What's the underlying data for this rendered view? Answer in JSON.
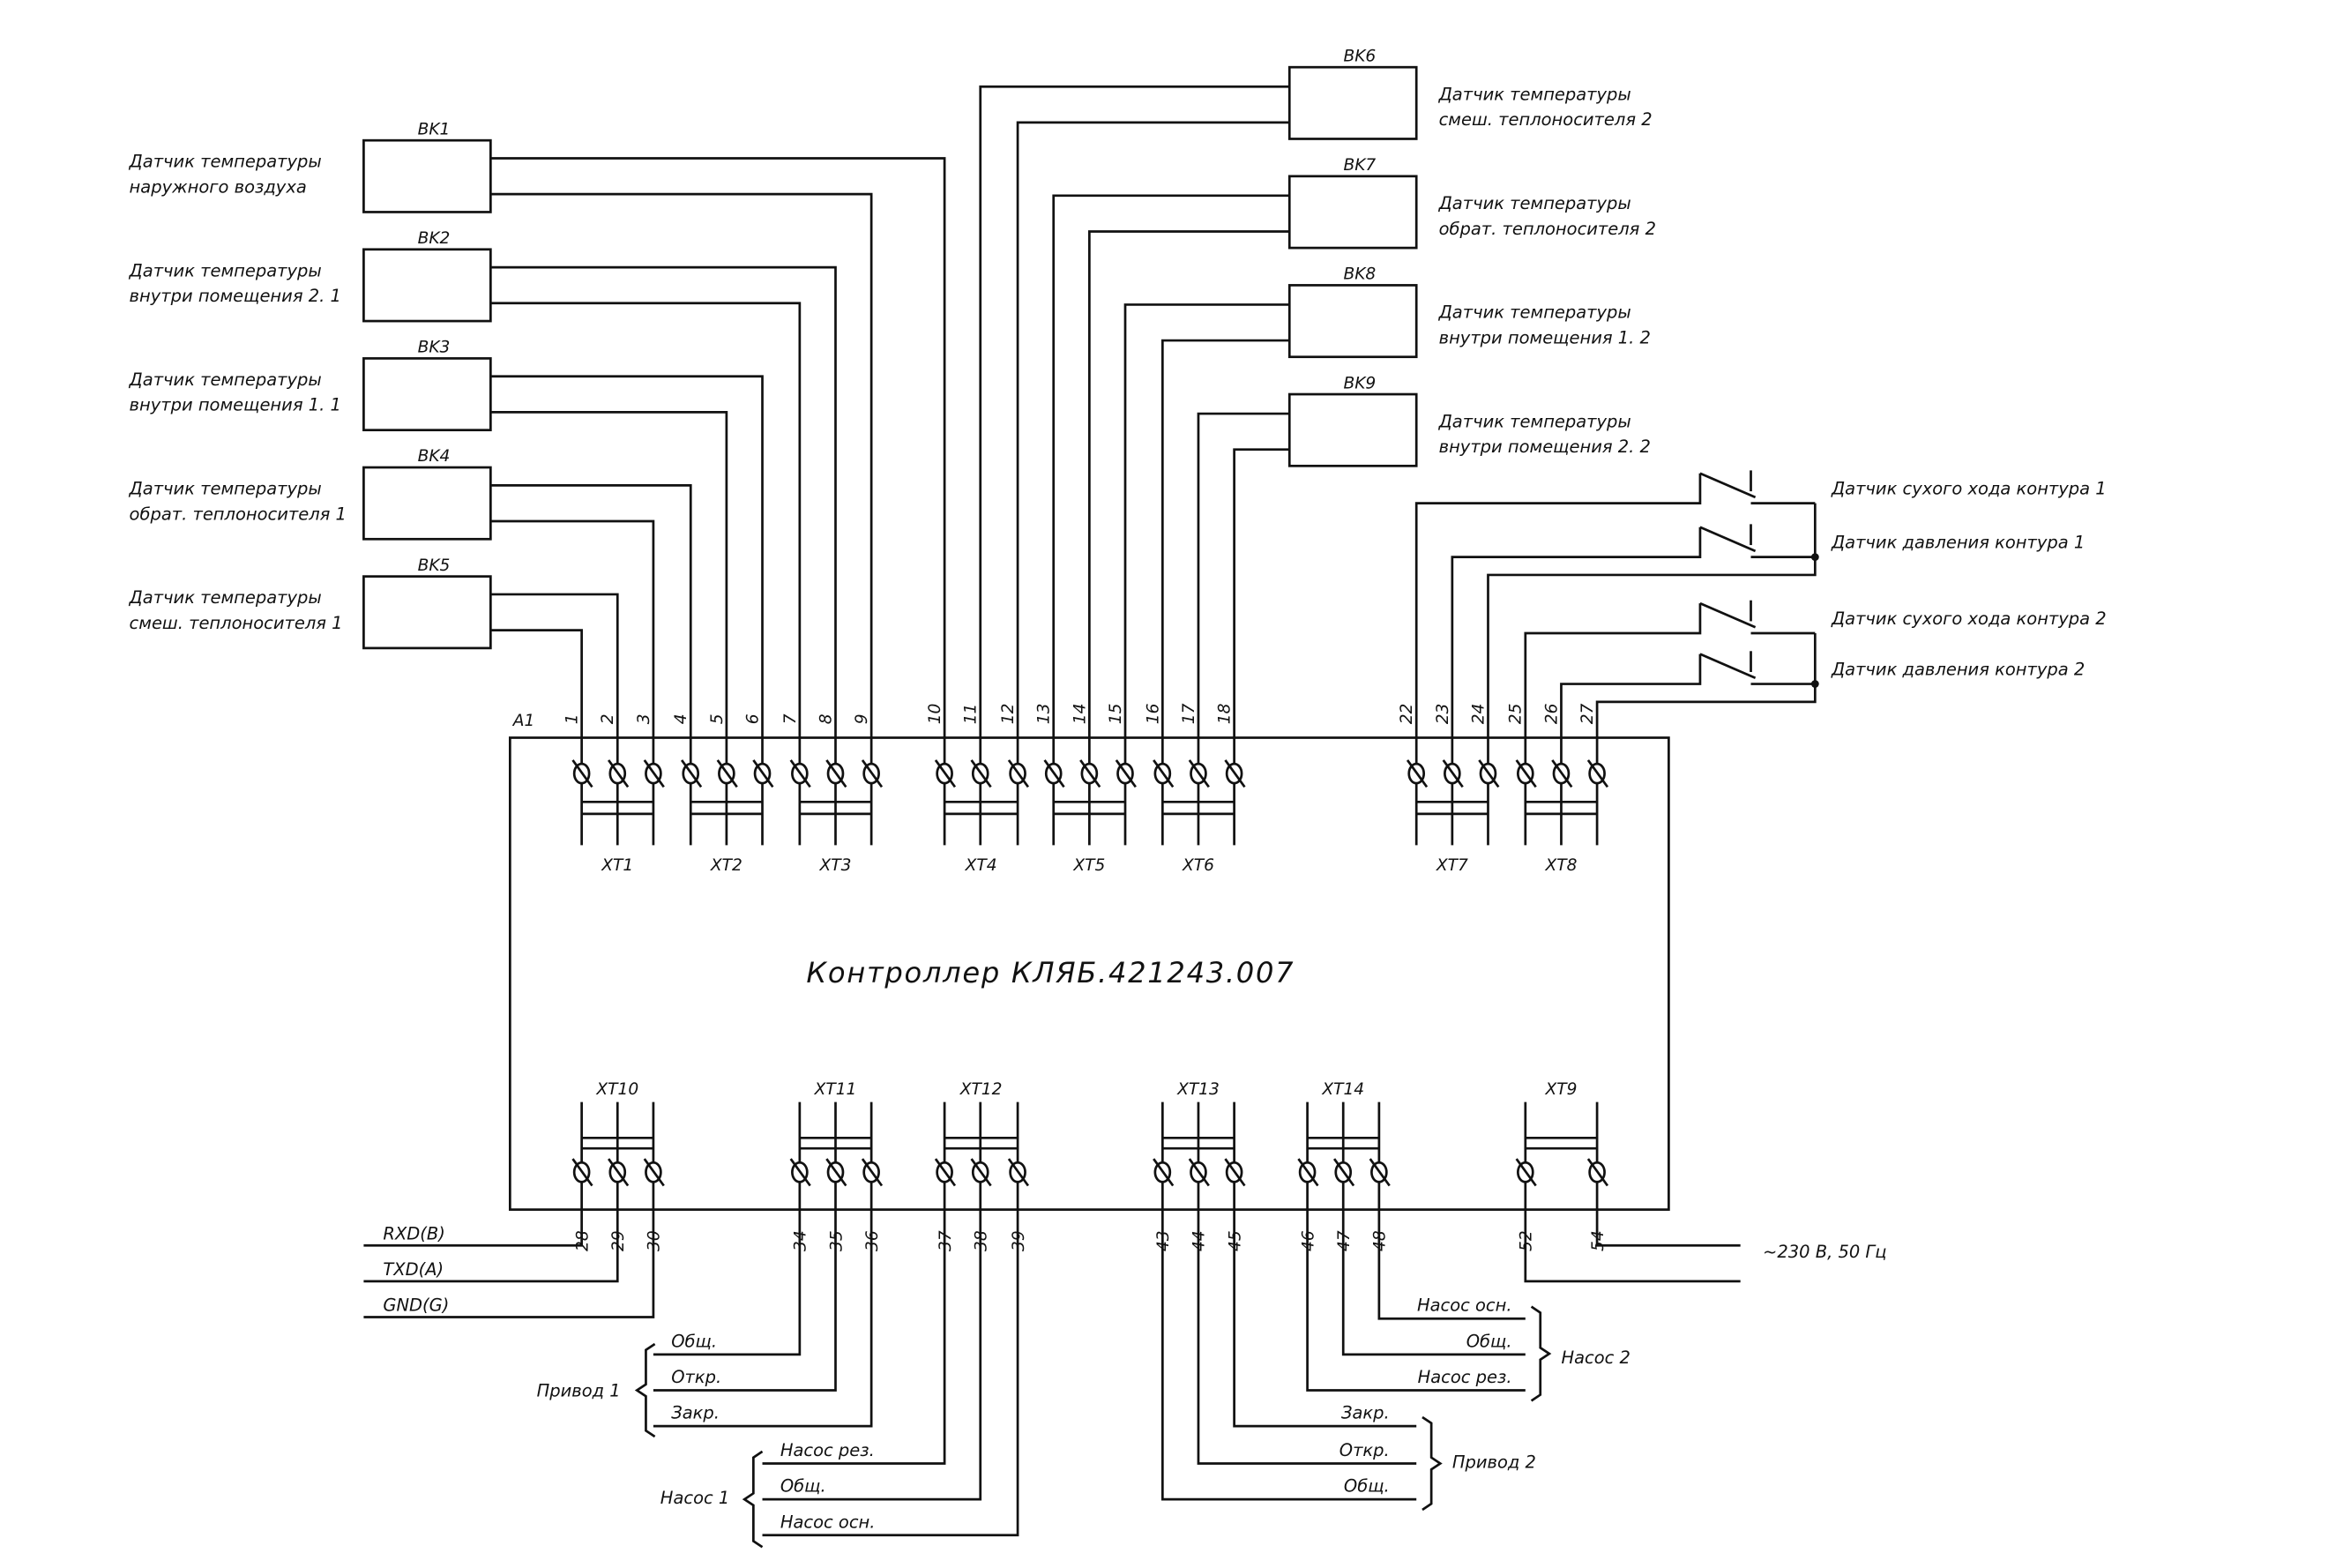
{
  "diagram": {
    "title": "Контроллер  КЛЯБ.421243.007",
    "controller_ref": "A1",
    "colors": {
      "line": "#111111",
      "background": "#ffffff"
    },
    "sensors_left": [
      {
        "ref": "BK1",
        "line1": "Датчик температуры",
        "line2": "наружного воздуха",
        "terminals": [
          "10",
          "9"
        ]
      },
      {
        "ref": "BK2",
        "line1": "Датчик температуры",
        "line2": "внутри помещения 2. 1",
        "terminals": [
          "8",
          "7"
        ]
      },
      {
        "ref": "BK3",
        "line1": "Датчик температуры",
        "line2": "внутри помещения 1. 1",
        "terminals": [
          "6",
          "5"
        ]
      },
      {
        "ref": "BK4",
        "line1": "Датчик температуры",
        "line2": "обрат. теплоносителя 1",
        "terminals": [
          "4",
          "3"
        ]
      },
      {
        "ref": "BK5",
        "line1": "Датчик температуры",
        "line2": "смеш. теплоносителя 1",
        "terminals": [
          "2",
          "1"
        ]
      }
    ],
    "sensors_right": [
      {
        "ref": "BK6",
        "line1": "Датчик температуры",
        "line2": "смеш. теплоносителя 2",
        "terminals": [
          "11",
          "12"
        ]
      },
      {
        "ref": "BK7",
        "line1": "Датчик температуры",
        "line2": "обрат. теплоносителя 2",
        "terminals": [
          "13",
          "14"
        ]
      },
      {
        "ref": "BK8",
        "line1": "Датчик температуры",
        "line2": "внутри помещения 1. 2",
        "terminals": [
          "15",
          "16"
        ]
      },
      {
        "ref": "BK9",
        "line1": "Датчик температуры",
        "line2": "внутри помещения 2. 2",
        "terminals": [
          "17",
          "18"
        ]
      }
    ],
    "switches": [
      {
        "label": "Датчик сухого хода контура 1",
        "terminal": "22"
      },
      {
        "label": "Датчик давления контура 1",
        "terminal": "23",
        "common": "24"
      },
      {
        "label": "Датчик сухого хода контура 2",
        "terminal": "25"
      },
      {
        "label": "Датчик давления контура 2",
        "terminal": "26",
        "common": "27"
      }
    ],
    "top_terminals": [
      "1",
      "2",
      "3",
      "4",
      "5",
      "6",
      "7",
      "8",
      "9",
      "10",
      "11",
      "12",
      "13",
      "14",
      "15",
      "16",
      "17",
      "18",
      "22",
      "23",
      "24",
      "25",
      "26",
      "27"
    ],
    "top_blocks": [
      "XT1",
      "XT2",
      "XT3",
      "XT4",
      "XT5",
      "XT6",
      "XT7",
      "XT8"
    ],
    "bottom_terminals": [
      "28",
      "29",
      "30",
      "34",
      "35",
      "36",
      "37",
      "38",
      "39",
      "43",
      "44",
      "45",
      "46",
      "47",
      "48",
      "52",
      "54"
    ],
    "bottom_blocks": [
      "XT10",
      "XT11",
      "XT12",
      "XT13",
      "XT14",
      "XT9"
    ],
    "interface": [
      {
        "label": "RXD(B)",
        "terminal": "28"
      },
      {
        "label": "TXD(A)",
        "terminal": "29"
      },
      {
        "label": "GND(G)",
        "terminal": "30"
      }
    ],
    "groups": {
      "drive1": {
        "name": "Привод 1",
        "wires": [
          {
            "label": "Общ.",
            "terminal": "34"
          },
          {
            "label": "Откр.",
            "terminal": "35"
          },
          {
            "label": "Закр.",
            "terminal": "36"
          }
        ]
      },
      "pump1": {
        "name": "Насос 1",
        "wires": [
          {
            "label": "Насос рез.",
            "terminal": "37"
          },
          {
            "label": "Общ.",
            "terminal": "38"
          },
          {
            "label": "Насос осн.",
            "terminal": "39"
          }
        ]
      },
      "drive2": {
        "name": "Привод 2",
        "wires": [
          {
            "label": "Закр.",
            "terminal": "45"
          },
          {
            "label": "Откр.",
            "terminal": "44"
          },
          {
            "label": "Общ.",
            "terminal": "43"
          }
        ]
      },
      "pump2": {
        "name": "Насос 2",
        "wires": [
          {
            "label": "Насос осн.",
            "terminal": "48"
          },
          {
            "label": "Общ.",
            "terminal": "47"
          },
          {
            "label": "Насос рез.",
            "terminal": "46"
          }
        ]
      }
    },
    "power": {
      "label": "~230 В, 50 Гц",
      "terminals": [
        "54",
        "52"
      ]
    }
  }
}
